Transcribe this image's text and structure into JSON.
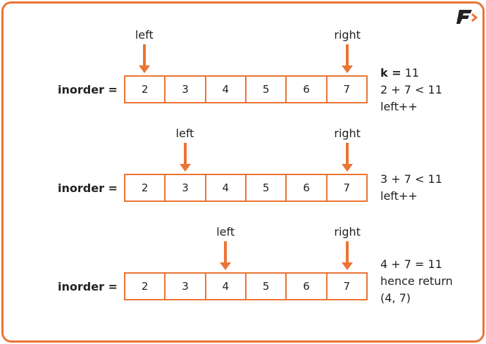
{
  "brand": {
    "accent": "#ea7434",
    "logo_letter": "F"
  },
  "array_label": "inorder =",
  "values": [
    "2",
    "3",
    "4",
    "5",
    "6",
    "7"
  ],
  "steps": [
    {
      "left_label": "left",
      "right_label": "right",
      "left_index": 0,
      "right_index": 5,
      "notes": {
        "k_label": "k =",
        "k_value": "11",
        "line1": "2 + 7 < 11",
        "line2": "left++"
      }
    },
    {
      "left_label": "left",
      "right_label": "right",
      "left_index": 1,
      "right_index": 5,
      "notes": {
        "line1": "3 + 7 < 11",
        "line2": "left++"
      }
    },
    {
      "left_label": "left",
      "right_label": "right",
      "left_index": 2,
      "right_index": 5,
      "notes": {
        "line1": "4 + 7 = 11",
        "line2": "hence return",
        "line3": "(4, 7)"
      }
    }
  ]
}
